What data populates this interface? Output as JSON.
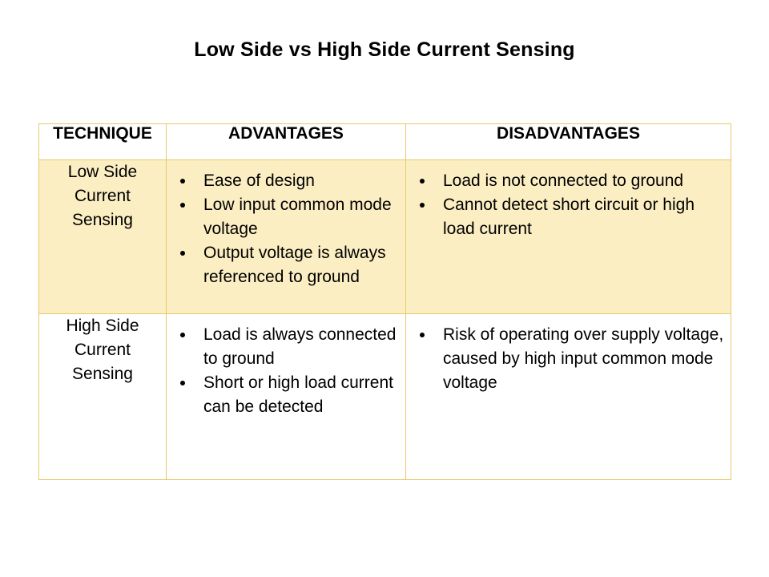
{
  "slide": {
    "title": "Low Side vs High Side Current Sensing",
    "background_color": "#ffffff"
  },
  "table": {
    "border_color": "#e8c96a",
    "highlight_row_color": "#fceec3",
    "plain_row_color": "#ffffff",
    "headers": [
      "TECHNIQUE",
      "ADVANTAGES",
      "DISADVANTAGES"
    ],
    "rows": [
      {
        "technique_lines": [
          "Low Side",
          "Current",
          "Sensing"
        ],
        "advantages": [
          "Ease of design",
          "Low input common mode voltage",
          "Output voltage is always referenced to ground"
        ],
        "disadvantages": [
          "Load is not connected to ground",
          "Cannot detect short circuit or high load current"
        ]
      },
      {
        "technique_lines": [
          "High Side",
          "Current",
          "Sensing"
        ],
        "advantages": [
          "Load is always connected to ground",
          "Short or high load current can be detected"
        ],
        "disadvantages": [
          "Risk of operating over supply voltage, caused by high input common mode voltage"
        ]
      }
    ]
  }
}
